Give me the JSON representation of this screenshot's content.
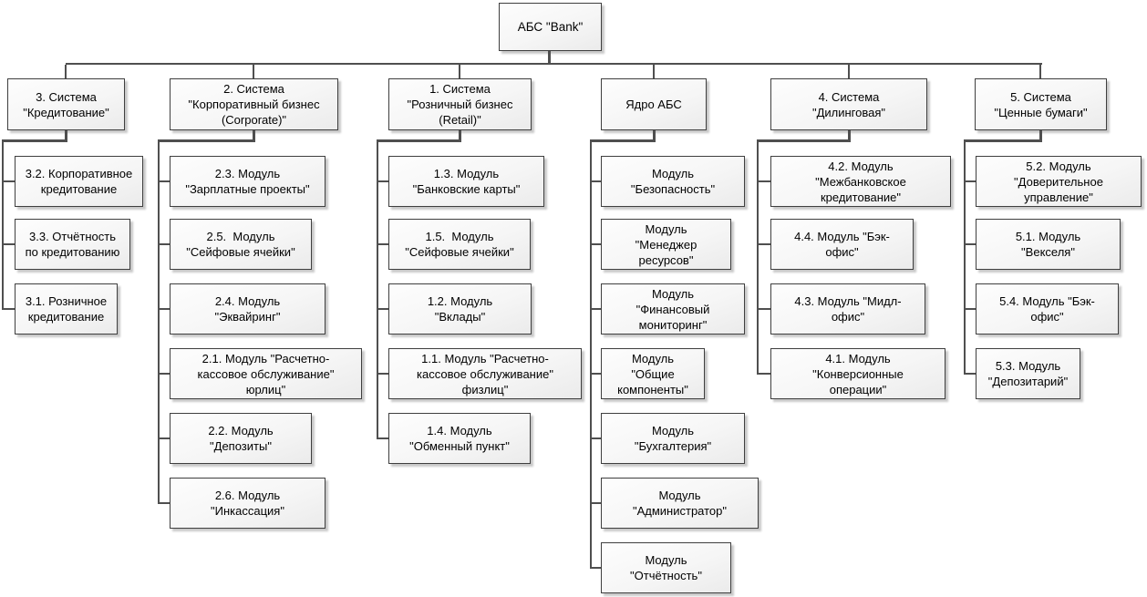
{
  "colors": {
    "background": "#ffffff",
    "connector": "#4f4f4f",
    "node_border": "#3f3f3f",
    "node_fill_top": "#fdfdfd",
    "node_fill_bottom": "#ebebeb",
    "text": "#000000"
  },
  "chart": {
    "root": {
      "id": "abs-bank",
      "label": "АБС \"Bank\""
    },
    "branches": [
      {
        "id": "system-3-crediting",
        "label": "3. Система\n\"Кредитование\"",
        "modules": [
          {
            "id": "3-2-corporate-crediting",
            "label": "3.2. Корпоративное\nкредитование"
          },
          {
            "id": "3-3-crediting-reports",
            "label": "3.3. Отчётность\nпо кредитованию"
          },
          {
            "id": "3-1-retail-crediting",
            "label": "3.1. Розничное\nкредитование"
          }
        ]
      },
      {
        "id": "system-2-corporate",
        "label": "2. Система\n\"Корпоративный бизнес\n(Corporate)\"",
        "modules": [
          {
            "id": "2-3-salary-projects",
            "label": "2.3. Модуль\n\"Зарплатные проекты\""
          },
          {
            "id": "2-5-safe-boxes",
            "label": "2.5.  Модуль\n\"Сейфовые ячейки\""
          },
          {
            "id": "2-4-acquiring",
            "label": "2.4. Модуль\n\"Эквайринг\""
          },
          {
            "id": "2-1-cash-settlement-legal",
            "label": "2.1. Модуль \"Расчетно-\nкассовое обслуживание\"\nюрлиц\""
          },
          {
            "id": "2-2-deposits",
            "label": "2.2. Модуль\n\"Депозиты\""
          },
          {
            "id": "2-6-collection",
            "label": "2.6. Модуль\n\"Инкассация\""
          }
        ]
      },
      {
        "id": "system-1-retail",
        "label": "1. Система\n\"Розничный бизнес\n(Retail)\"",
        "modules": [
          {
            "id": "1-3-bank-cards",
            "label": "1.3. Модуль\n\"Банковские карты\""
          },
          {
            "id": "1-5-safe-boxes",
            "label": "1.5.  Модуль\n\"Сейфовые ячейки\""
          },
          {
            "id": "1-2-deposits",
            "label": "1.2. Модуль\n\"Вклады\""
          },
          {
            "id": "1-1-cash-settlement-individuals",
            "label": "1.1. Модуль \"Расчетно-\nкассовое обслуживание\"\nфизлиц\""
          },
          {
            "id": "1-4-exchange-office",
            "label": "1.4. Модуль\n\"Обменный пункт\""
          }
        ]
      },
      {
        "id": "abs-core",
        "label": "Ядро АБС",
        "modules": [
          {
            "id": "core-security",
            "label": "Модуль\n\"Безопасность\""
          },
          {
            "id": "core-resource-manager",
            "label": "Модуль\n\"Менеджер\nресурсов\""
          },
          {
            "id": "core-financial-monitoring",
            "label": "Модуль\n\"Финансовый\nмониторинг\""
          },
          {
            "id": "core-common-components",
            "label": "Модуль\n\"Общие\nкомпоненты\""
          },
          {
            "id": "core-accounting",
            "label": "Модуль\n\"Бухгалтерия\""
          },
          {
            "id": "core-administrator",
            "label": "Модуль\n\"Администратор\""
          },
          {
            "id": "core-reporting",
            "label": "Модуль\n\"Отчётность\""
          }
        ]
      },
      {
        "id": "system-4-dealing",
        "label": "4. Система\n\"Дилинговая\"",
        "modules": [
          {
            "id": "4-2-interbank-crediting",
            "label": "4.2. Модуль\n\"Межбанковское\nкредитование\""
          },
          {
            "id": "4-4-back-office",
            "label": "4.4. Модуль \"Бэк-\nофис\""
          },
          {
            "id": "4-3-middle-office",
            "label": "4.3. Модуль \"Мидл-\nофис\""
          },
          {
            "id": "4-1-conversion-operations",
            "label": "4.1. Модуль\n\"Конверсионные\nоперации\""
          }
        ]
      },
      {
        "id": "system-5-securities",
        "label": "5. Система\n\"Ценные бумаги\"",
        "modules": [
          {
            "id": "5-2-trust-management",
            "label": "5.2. Модуль\n\"Доверительное\nуправление\""
          },
          {
            "id": "5-1-promissory-notes",
            "label": "5.1. Модуль\n\"Векселя\""
          },
          {
            "id": "5-4-back-office",
            "label": "5.4. Модуль \"Бэк-\nофис\""
          },
          {
            "id": "5-3-depositary",
            "label": "5.3. Модуль\n\"Депозитарий\""
          }
        ]
      }
    ]
  }
}
